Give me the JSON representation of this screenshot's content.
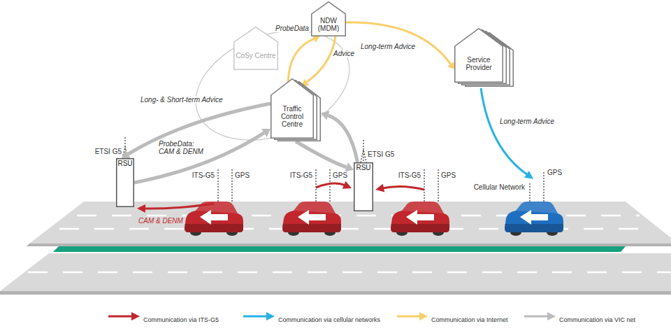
{
  "diagram": {
    "nodes": [
      {
        "text": [
          "NDW (MDM)"
        ]
      },
      {
        "text": [
          "CoSy Centre"
        ]
      },
      {
        "text": [
          "Traffic Control Centre"
        ]
      },
      {
        "text": [
          "Service Provider"
        ]
      },
      {
        "text": [
          "RSU"
        ]
      },
      {
        "text": [
          "RSU"
        ]
      }
    ],
    "edges": [
      {
        "from": 2,
        "to": 0,
        "arrow": "to",
        "label": "ProbeData"
      },
      {
        "from": 0,
        "to": 2,
        "arrow": "to",
        "label": "Advice"
      },
      {
        "from": 0,
        "to": 3,
        "arrow": "to",
        "label": "Long-term Advice"
      },
      {
        "from": 2,
        "to": 4,
        "arrow": "to",
        "label": "Long- & Short-term Advice"
      },
      {
        "from": 4,
        "to": 2,
        "arrow": "to",
        "label": "ProbeData: CAM & DENM"
      },
      {
        "from": 2,
        "to": 5,
        "arrow": "to"
      },
      {
        "from": 5,
        "to": 2,
        "arrow": "to"
      }
    ],
    "labels": [
      "Long-term Advice",
      "ETSI G5",
      "ETSI G5",
      "GPS",
      "ITS-G5",
      "GPS",
      "ITS-G5",
      "GPS",
      "ITS-G5",
      "GPS",
      "Cellular Network",
      "CAM & DENM"
    ],
    "legend": [
      {
        "text": "Communication via ITS-G5"
      },
      {
        "text": "Communication via cellular networks"
      },
      {
        "text": "Communication via Internet"
      },
      {
        "text": "Communication via VIC net"
      }
    ]
  }
}
